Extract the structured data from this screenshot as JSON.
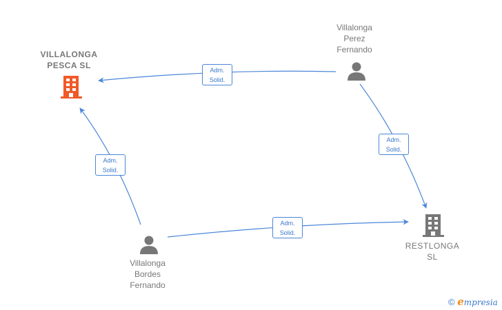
{
  "nodes": {
    "villalonga_pesca": {
      "label": "VILLALONGA\nPESCA  SL",
      "type": "company",
      "icon": "building-icon",
      "color": "#f05a28"
    },
    "perez_fernando": {
      "label": "Villalonga\nPerez\nFernando",
      "type": "person",
      "icon": "person-icon",
      "color": "#777777"
    },
    "restlonga": {
      "label": "RESTLONGA\nSL",
      "type": "company",
      "icon": "building-icon",
      "color": "#777777"
    },
    "bordes_fernando": {
      "label": "Villalonga\nBordes\nFernando",
      "type": "person",
      "icon": "person-icon",
      "color": "#777777"
    }
  },
  "edges": [
    {
      "from": "perez_fernando",
      "to": "villalonga_pesca",
      "label_line1": "Adm.",
      "label_line2": "Solid."
    },
    {
      "from": "perez_fernando",
      "to": "restlonga",
      "label_line1": "Adm.",
      "label_line2": "Solid."
    },
    {
      "from": "bordes_fernando",
      "to": "villalonga_pesca",
      "label_line1": "Adm.",
      "label_line2": "Solid."
    },
    {
      "from": "bordes_fernando",
      "to": "restlonga",
      "label_line1": "Adm.",
      "label_line2": "Solid."
    }
  ],
  "edge_color": "#4a86d8",
  "footer": {
    "copyright": "©",
    "brand_first": "e",
    "brand_rest": "mpresia"
  }
}
